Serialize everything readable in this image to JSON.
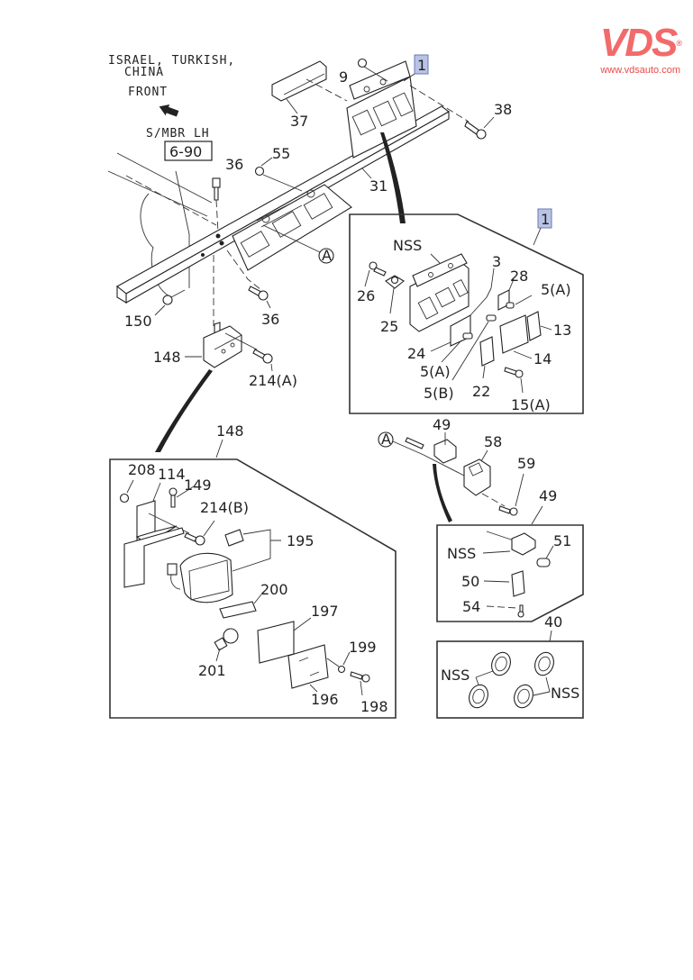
{
  "brand": {
    "logo_text": "VDS",
    "registered_mark": "®",
    "url": "www.vdsauto.com",
    "color": "#f26a6a"
  },
  "header_notes": {
    "market": "ISRAEL, TURKISH,",
    "market_line2": "CHINA",
    "direction": "FRONT",
    "reference_label": "S/MBR LH",
    "reference_box": "6-90"
  },
  "callouts": {
    "assembly_1": "1",
    "assembly_1_detail": "1",
    "ref_a_main": "A",
    "ref_a_wire": "A"
  },
  "main_parts": {
    "p9": "9",
    "p37": "37",
    "p38": "38",
    "p36_top": "36",
    "p55": "55",
    "p31": "31",
    "p150": "150",
    "p36_bottom": "36",
    "p148": "148",
    "p214a": "214(A)"
  },
  "detail_1": {
    "nss": "NSS",
    "p3": "3",
    "p28": "28",
    "p5a_top": "5(A)",
    "p26": "26",
    "p25": "25",
    "p13": "13",
    "p24": "24",
    "p14": "14",
    "p5a_bottom": "5(A)",
    "p5b": "5(B)",
    "p22": "22",
    "p15a": "15(A)"
  },
  "detail_148": {
    "title": "148",
    "p208": "208",
    "p114": "114",
    "p149": "149",
    "p214b": "214(B)",
    "p195": "195",
    "p200": "200",
    "p197": "197",
    "p201": "201",
    "p199": "199",
    "p196": "196",
    "p198": "198"
  },
  "wire_parts": {
    "p49": "49",
    "p58": "58",
    "p59": "59"
  },
  "detail_49": {
    "title": "49",
    "nss": "NSS",
    "p51": "51",
    "p50": "50",
    "p54": "54"
  },
  "detail_40": {
    "title": "40",
    "nss_left": "NSS",
    "nss_right": "NSS"
  }
}
